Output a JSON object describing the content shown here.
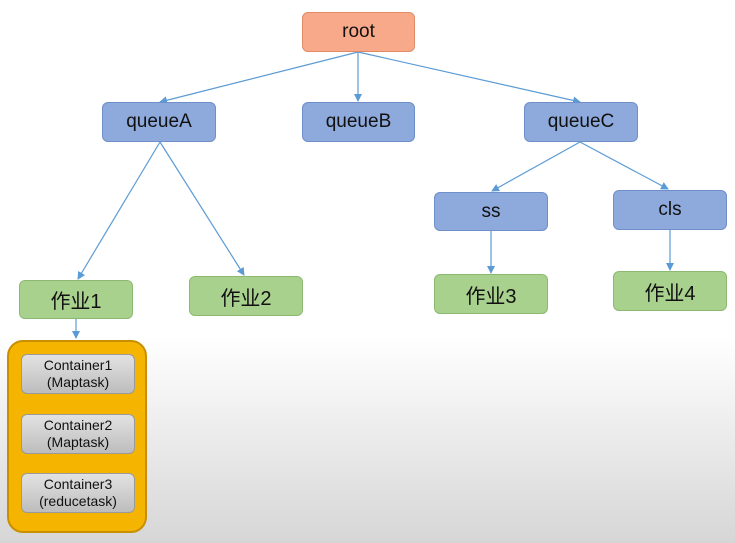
{
  "nodes": {
    "root": "root",
    "queueA": "queueA",
    "queueB": "queueB",
    "queueC": "queueC",
    "ss": "ss",
    "cls": "cls",
    "job1": "作业1",
    "job2": "作业2",
    "job3": "作业3",
    "job4": "作业4"
  },
  "containers": [
    {
      "name": "Container1",
      "task": "(Maptask)"
    },
    {
      "name": "Container2",
      "task": "(Maptask)"
    },
    {
      "name": "Container3",
      "task": "(reducetask)"
    }
  ],
  "colors": {
    "root": "#f8a98a",
    "queue": "#8ea9db",
    "job": "#a9d18e",
    "pool": "#f5b400",
    "arrow": "#5b9bd5"
  }
}
